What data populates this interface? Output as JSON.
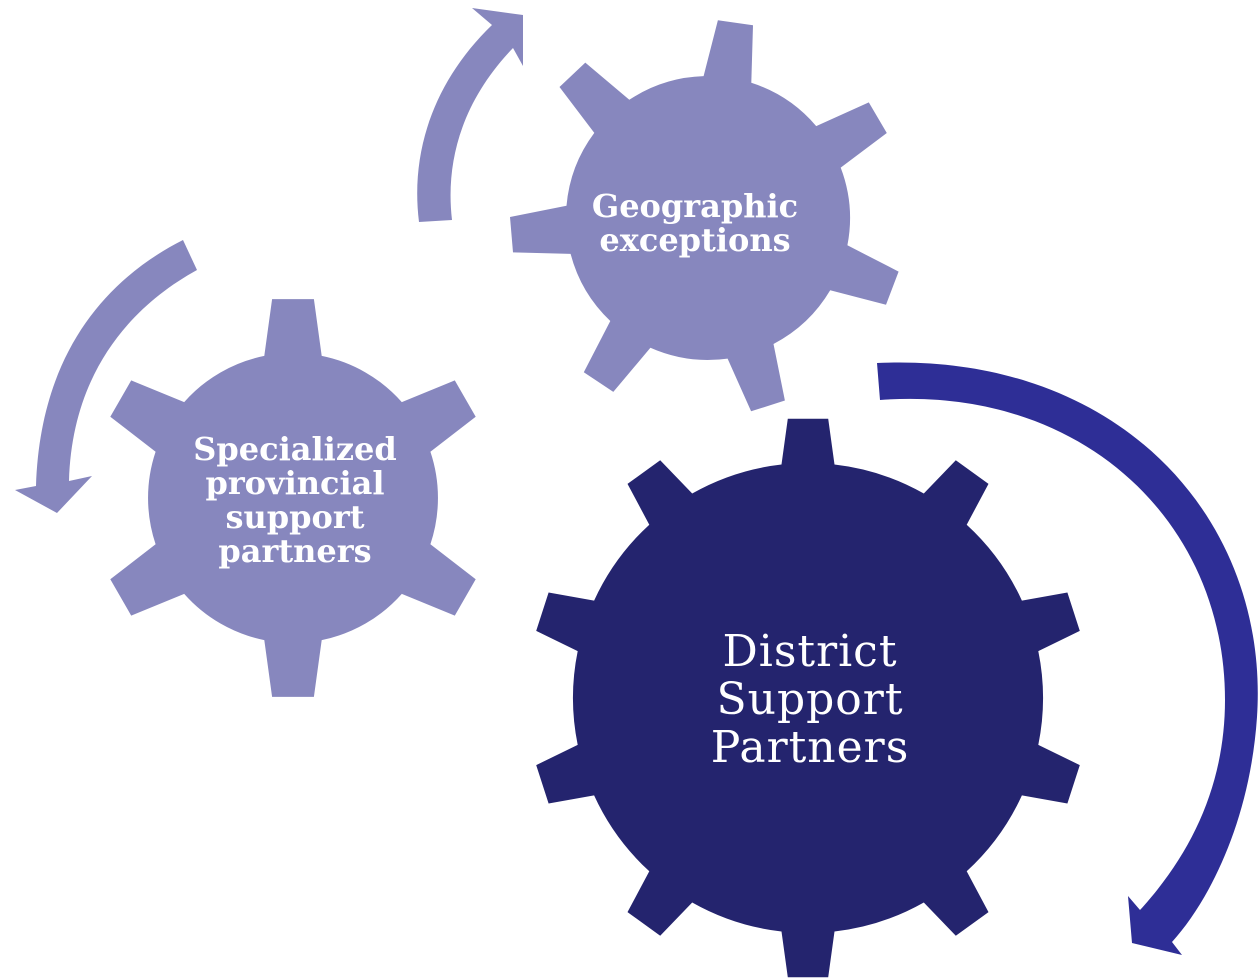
{
  "diagram": {
    "colors": {
      "light_gear": "#8787BE",
      "dark_gear": "#24246E",
      "light_arrow": "#8787BE",
      "dark_arrow": "#2E2E96",
      "label_text": "#FFFFFF"
    },
    "gears": [
      {
        "id": "geographic",
        "lines": [
          "Geographic",
          "exceptions"
        ],
        "size": "small"
      },
      {
        "id": "specialized",
        "lines": [
          "Specialized",
          "provincial",
          "support",
          "partners"
        ],
        "size": "small"
      },
      {
        "id": "district",
        "lines": [
          "District",
          "Support",
          "Partners"
        ],
        "size": "large"
      }
    ],
    "arrows": [
      {
        "id": "arrow-top-left",
        "direction": "clockwise"
      },
      {
        "id": "arrow-left",
        "direction": "counterclockwise"
      },
      {
        "id": "arrow-right",
        "direction": "clockwise"
      }
    ]
  }
}
